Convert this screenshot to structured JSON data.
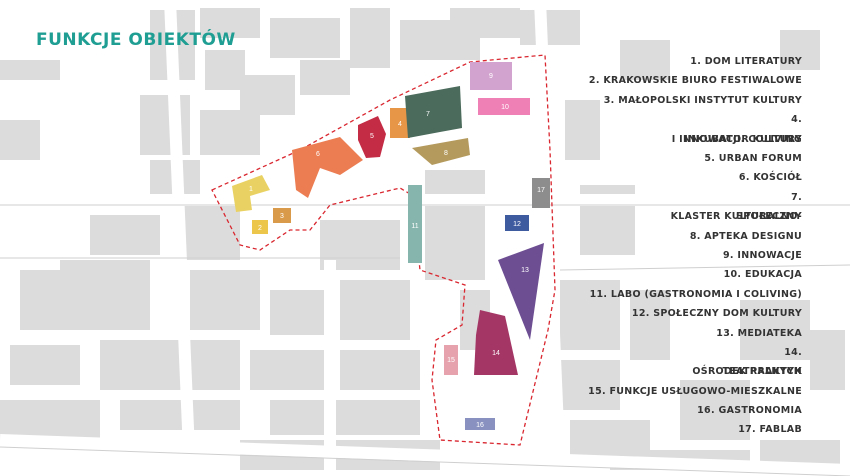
{
  "title": "FUNKCJE OBIEKTÓW",
  "colors": {
    "accent": "#1f9e93",
    "boundary": "#d9262f",
    "base_building": "#dcdcdc",
    "street": "#ffffff"
  },
  "legend": [
    {
      "num": "1.",
      "label": "DOM LITERATURY",
      "color": "#e9d263"
    },
    {
      "num": "2.",
      "label": "KRAKOWSKIE BIURO FESTIWALOWE",
      "color": "#ecc64a"
    },
    {
      "num": "3.",
      "label": "MAŁOPOLSKI INSTYTUT KULTURY",
      "color": "#d99a49"
    },
    {
      "num": "4.",
      "label": "INKUBATOR KULTURY",
      "label2": "I INNOWACJI. COLIVING",
      "color": "#e79546"
    },
    {
      "num": "5.",
      "label": "URBAN FORUM",
      "color": "#c42b44"
    },
    {
      "num": "6.",
      "label": "KOŚCIÓŁ",
      "color": "#ec7d52"
    },
    {
      "num": "7.",
      "label": "KLASTER KULTURALNO-",
      "label2": "SPOŁECZNY",
      "color": "#4b6b5c"
    },
    {
      "num": "8.",
      "label": "APTEKA DESIGNU",
      "color": "#b49a5c"
    },
    {
      "num": "9.",
      "label": "INNOWACJE",
      "color": "#d3a3cf"
    },
    {
      "num": "10.",
      "label": "EDUKACJA",
      "color": "#ef80b5"
    },
    {
      "num": "11.",
      "label": "LABO (GASTRONOMIA I COLIVING)",
      "color": "#86b5ad"
    },
    {
      "num": "12.",
      "label": "SPOŁECZNY DOM KULTURY",
      "color": "#3f5ba0"
    },
    {
      "num": "13.",
      "label": "MEDIATEKA",
      "color": "#6d4e93"
    },
    {
      "num": "14.",
      "label": "OŚRODEK PRAKTYK",
      "label2": "TEATRALNYCH",
      "color": "#a43665"
    },
    {
      "num": "15.",
      "label": "FUNKCJE USŁUGOWO-MIESZKALNE",
      "color": "#e6a2ad"
    },
    {
      "num": "16.",
      "label": "GASTRONOMIA",
      "color": "#8991c0"
    },
    {
      "num": "17.",
      "label": "FABLAB",
      "color": "#8d8d8d"
    }
  ],
  "map_numbers": [
    "1",
    "2",
    "3",
    "4",
    "5",
    "6",
    "7",
    "8",
    "9",
    "10",
    "11",
    "12",
    "13",
    "14",
    "15",
    "16",
    "17"
  ]
}
